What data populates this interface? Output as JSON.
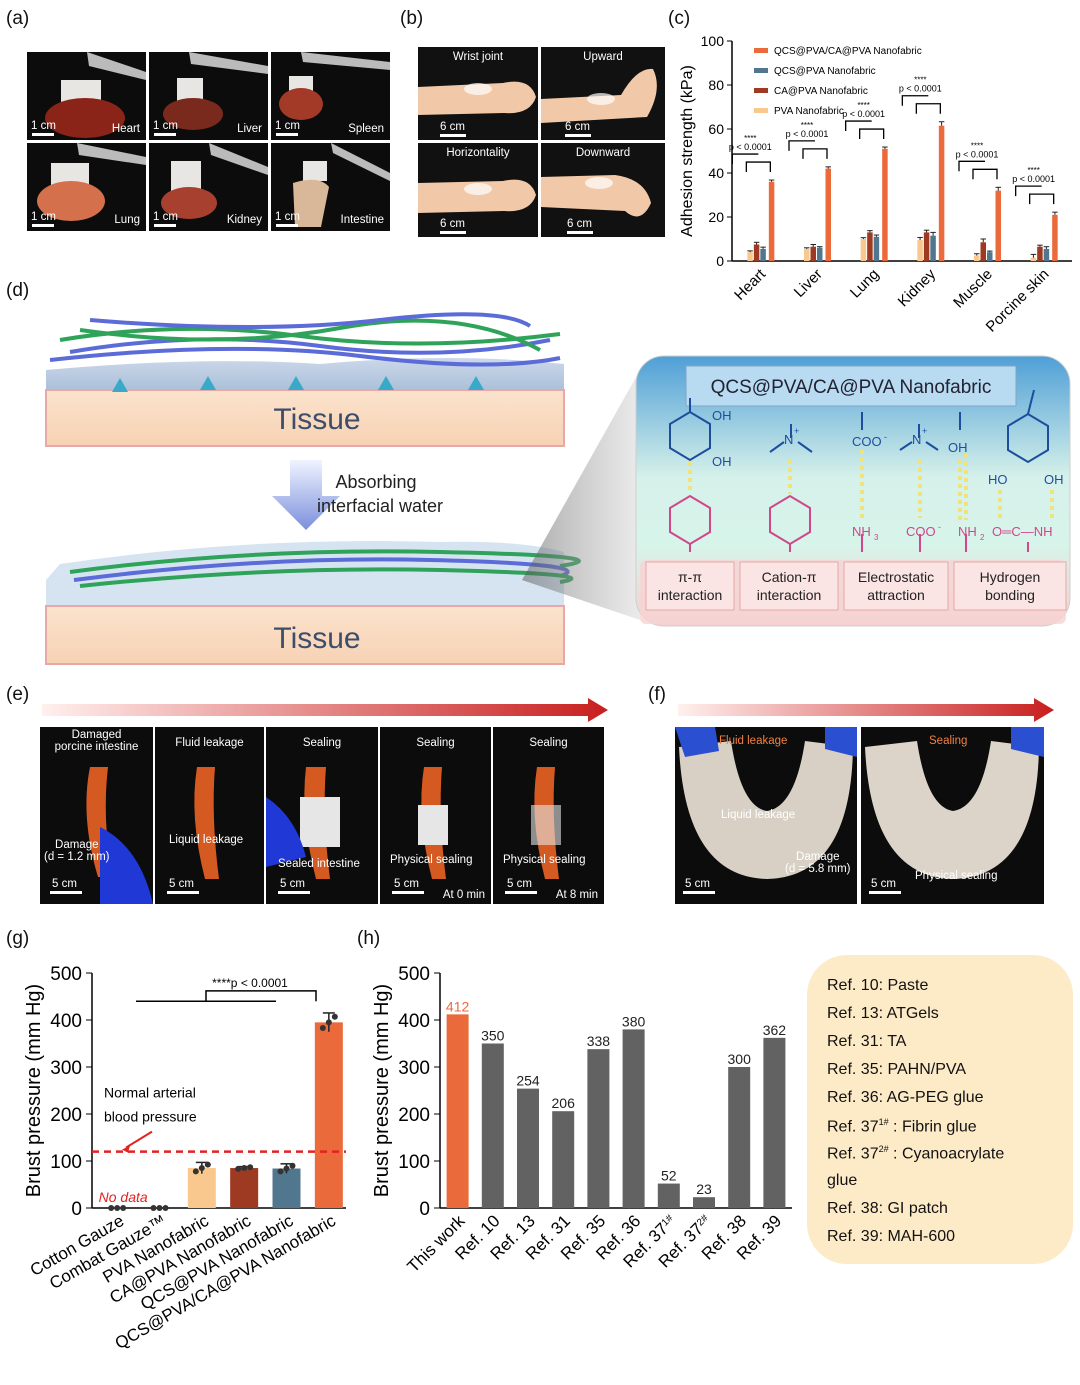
{
  "panels": {
    "a": "(a)",
    "b": "(b)",
    "c": "(c)",
    "d": "(d)",
    "e": "(e)",
    "f": "(f)",
    "g": "(g)",
    "h": "(h)"
  },
  "panel_a": {
    "photos": [
      {
        "organ": "Heart",
        "scale": "1 cm"
      },
      {
        "organ": "Liver",
        "scale": "1 cm"
      },
      {
        "organ": "Spleen",
        "scale": "1 cm"
      },
      {
        "organ": "Lung",
        "scale": "1 cm"
      },
      {
        "organ": "Kidney",
        "scale": "1 cm"
      },
      {
        "organ": "Intestine",
        "scale": "1 cm"
      }
    ]
  },
  "panel_b": {
    "photos": [
      {
        "label": "Wrist joint",
        "scale": "6 cm"
      },
      {
        "label": "Upward",
        "scale": "6 cm"
      },
      {
        "label": "Horizontality",
        "scale": "6 cm"
      },
      {
        "label": "Downward",
        "scale": "6 cm"
      }
    ]
  },
  "panel_d": {
    "tissue_label": "Tissue",
    "arrow_label_1": "Absorbing",
    "arrow_label_2": "interfacial water",
    "box_title": "QCS@PVA/CA@PVA Nanofabric",
    "interactions": [
      {
        "line1": "π-π",
        "line2": "interaction"
      },
      {
        "line1": "Cation-π",
        "line2": "interaction"
      },
      {
        "line1": "Electrostatic",
        "line2": "attraction"
      },
      {
        "line1": "Hydrogen",
        "line2": "bonding"
      }
    ],
    "chem": {
      "oh": "OH",
      "n_plus": "N",
      "plus": "+",
      "coo": "COO",
      "minus": "-",
      "ho": "HO",
      "nh3": "NH",
      "sub3": "3",
      "nh2": "NH",
      "sub2": "2",
      "amide": "O═C—NH"
    }
  },
  "panel_e": {
    "photos": [
      {
        "top": "Damaged\nporcine intestine",
        "mid": "Damage\n(d = 1.2 mm)",
        "scale": "5 cm",
        "bottom": ""
      },
      {
        "top": "Fluid leakage",
        "mid": "Liquid leakage",
        "scale": "5 cm",
        "bottom": ""
      },
      {
        "top": "Sealing",
        "mid": "Sealed intestine",
        "scale": "5 cm",
        "bottom": ""
      },
      {
        "top": "Sealing",
        "mid": "Physical sealing",
        "scale": "5 cm",
        "bottom": "At 0 min"
      },
      {
        "top": "Sealing",
        "mid": "Physical sealing",
        "scale": "5 cm",
        "bottom": "At 8 min"
      }
    ]
  },
  "panel_f": {
    "photos": [
      {
        "top": "Fluid leakage",
        "mid": "Liquid leakage",
        "damage": "Damage\n(d = 5.8 mm)",
        "scale": "5 cm"
      },
      {
        "top": "Sealing",
        "mid": "Physical sealing",
        "scale": "5 cm"
      }
    ]
  },
  "chart_data": [
    {
      "id": "c",
      "type": "bar",
      "ylabel": "Adhesion strength (kPa)",
      "ylim": [
        0,
        100
      ],
      "yticks": [
        0,
        20,
        40,
        60,
        80,
        100
      ],
      "categories": [
        "Heart",
        "Liver",
        "Lung",
        "Kidney",
        "Muscle",
        "Porcine skin"
      ],
      "series": [
        {
          "name": "PVA Nanofabric",
          "color": "#f8c88f",
          "values": [
            4,
            5.5,
            10,
            9.5,
            2.5,
            1.5
          ],
          "err": [
            0.6,
            0.5,
            0.6,
            1.2,
            0.8,
            1.5
          ]
        },
        {
          "name": "CA@PVA Nanofabric",
          "color": "#9e3a22",
          "values": [
            7.5,
            6.5,
            13,
            13,
            8.5,
            6.5
          ],
          "err": [
            1,
            1,
            0.8,
            1,
            1.5,
            0.7
          ]
        },
        {
          "name": "QCS@PVA Nanofabric",
          "color": "#51778f",
          "values": [
            5.5,
            6,
            11,
            11.5,
            4,
            5.5
          ],
          "err": [
            0.8,
            0.5,
            0.8,
            1.5,
            0.5,
            1
          ]
        },
        {
          "name": "QCS@PVA/CA@PVA Nanofabric",
          "color": "#ea6a3c",
          "values": [
            36,
            42,
            51,
            61.5,
            32,
            21
          ],
          "err": [
            0.8,
            0.8,
            0.8,
            1.8,
            1.5,
            1.2
          ]
        }
      ],
      "sig_stars": "****",
      "sig_p": "p < 0.0001",
      "legend": "top-left"
    },
    {
      "id": "g",
      "type": "bar",
      "ylabel": "Brust pressure (mm Hg)",
      "ylim": [
        0,
        500
      ],
      "yticks": [
        0,
        100,
        200,
        300,
        400,
        500
      ],
      "categories": [
        "Cotton Gauze",
        "Combat Gauze™",
        "PVA Nanofabric",
        "CA@PVA Nanofabric",
        "QCS@PVA Nanofabric",
        "QCS@PVA/CA@PVA Nanofabric"
      ],
      "values": [
        0,
        0,
        85,
        85,
        84,
        395
      ],
      "errors": [
        0,
        0,
        12,
        3,
        10,
        20
      ],
      "colors": [
        "#f8c88f",
        "#f8c88f",
        "#f8c88f",
        "#9e3a22",
        "#51778f",
        "#ea6a3c"
      ],
      "reference_line": {
        "value": 120,
        "label_1": "Normal arterial",
        "label_2": "blood pressure",
        "color": "#e32222"
      },
      "no_data": "No data",
      "sig": "****p < 0.0001"
    },
    {
      "id": "h",
      "type": "bar",
      "ylabel": "Brust pressure (mm Hg)",
      "ylim": [
        0,
        500
      ],
      "yticks": [
        0,
        100,
        200,
        300,
        400,
        500
      ],
      "categories": [
        "This work",
        "Ref. 10",
        "Ref. 13",
        "Ref. 31",
        "Ref. 35",
        "Ref. 36",
        "Ref. 37",
        "Ref. 37",
        "Ref. 38",
        "Ref. 39"
      ],
      "category_sups": [
        "",
        "",
        "",
        "",
        "",
        "",
        "1#",
        "2#",
        "",
        ""
      ],
      "values": [
        412,
        350,
        254,
        206,
        338,
        380,
        52,
        23,
        300,
        362
      ],
      "colors": [
        "#ea6a3c",
        "#626262",
        "#626262",
        "#626262",
        "#626262",
        "#626262",
        "#626262",
        "#626262",
        "#626262",
        "#626262"
      ]
    }
  ],
  "legend_h": {
    "items": [
      {
        "text": "Ref. 10: Paste"
      },
      {
        "text": "Ref. 13: ATGels"
      },
      {
        "text": "Ref. 31: TA"
      },
      {
        "text": "Ref. 35: PAHN/PVA"
      },
      {
        "text": "Ref. 36: AG-PEG glue"
      },
      {
        "pre": "Ref. 37",
        "sup": "1#",
        "post": " : Fibrin glue"
      },
      {
        "pre": "Ref. 37",
        "sup": "2#",
        "post": " : Cyanoacrylate"
      },
      {
        "text": "glue"
      },
      {
        "text": "Ref. 38: GI patch"
      },
      {
        "text": "Ref. 39: MAH-600"
      }
    ]
  }
}
